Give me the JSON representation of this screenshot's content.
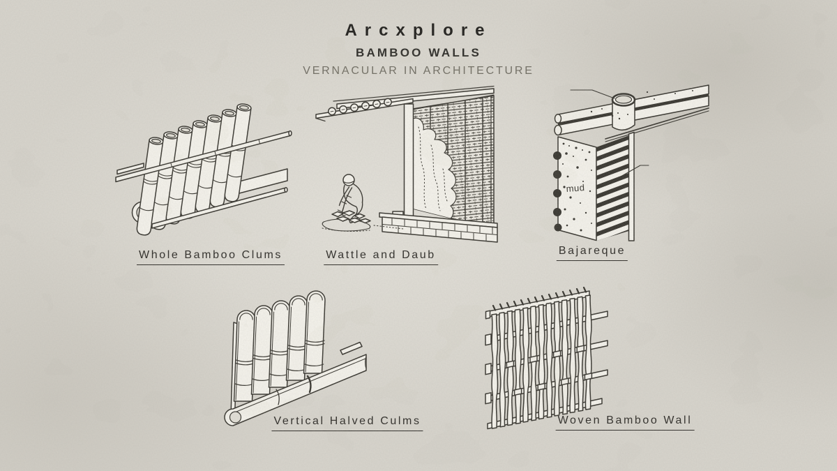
{
  "page": {
    "background_color": "#d7d4cc",
    "ink_color": "#35332d"
  },
  "header": {
    "brand": "Arcxplore",
    "title": "BAMBOO WALLS",
    "subtitle": "VERNACULAR IN ARCHITECTURE"
  },
  "figures": [
    {
      "label": "Whole Bamboo Clums"
    },
    {
      "label": "Wattle and Daub"
    },
    {
      "label": "Bajareque",
      "annotation": "mud"
    },
    {
      "label": "Vertical Halved Culms"
    },
    {
      "label": "Woven Bamboo Wall"
    }
  ]
}
